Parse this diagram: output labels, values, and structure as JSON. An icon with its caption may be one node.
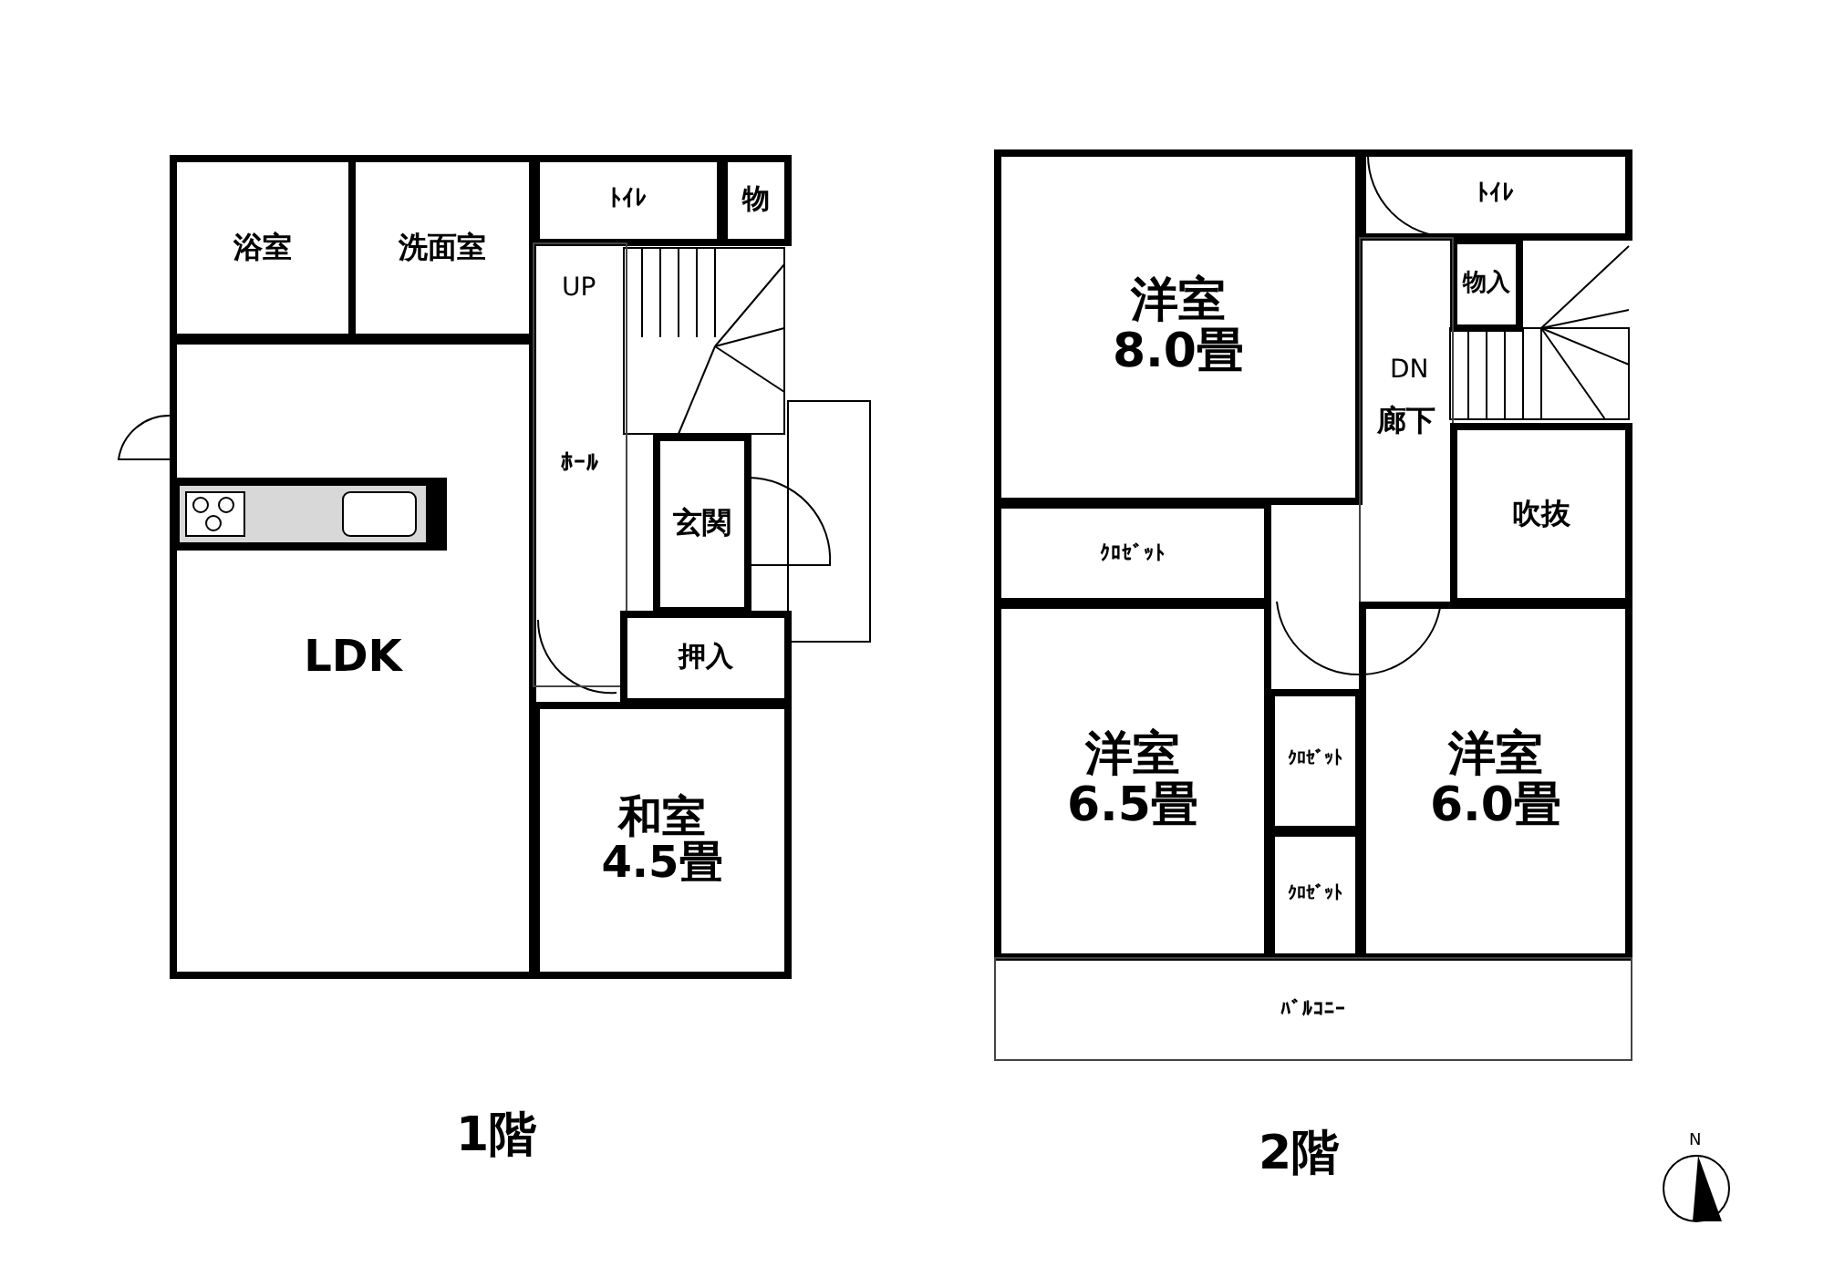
{
  "diagram": {
    "nodes": [
      {
        "text": [
          "浴室"
        ]
      },
      {
        "text": [
          "洗面室"
        ]
      },
      {
        "text": [
          "ﾄｲﾚ"
        ]
      },
      {
        "text": [
          "物"
        ]
      },
      {
        "text": [
          "LDK"
        ]
      },
      {
        "text": [
          "ﾎｰﾙ"
        ]
      },
      {
        "text": [
          "玄関"
        ]
      },
      {
        "text": [
          "押入"
        ]
      },
      {
        "text": [
          "和室",
          "4.5畳"
        ]
      },
      {
        "text": [
          "洋室",
          "8.0畳"
        ]
      },
      {
        "text": [
          "ﾄｲﾚ"
        ]
      },
      {
        "text": [
          "物入"
        ]
      },
      {
        "text": [
          "廊下"
        ]
      },
      {
        "text": [
          "吹抜"
        ]
      },
      {
        "text": [
          "ｸﾛｾﾞｯﾄ"
        ]
      },
      {
        "text": [
          "洋室",
          "6.5畳"
        ]
      },
      {
        "text": [
          "ｸﾛｾﾞｯﾄ"
        ]
      },
      {
        "text": [
          "ｸﾛｾﾞｯﾄ"
        ]
      },
      {
        "text": [
          "洋室",
          "6.0畳"
        ]
      },
      {
        "text": [
          "ﾊﾞﾙｺﾆｰ"
        ]
      }
    ],
    "labels": [
      "UP",
      "DN",
      "1階",
      "2階",
      "N"
    ]
  }
}
